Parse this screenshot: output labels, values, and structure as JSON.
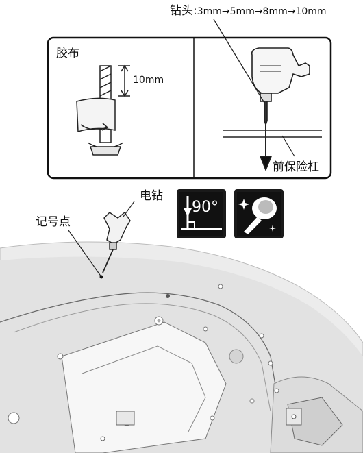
{
  "drill_bits": {
    "label": "钻头:",
    "sizes": "3mm→5mm→8mm→10mm"
  },
  "panel_left": {
    "tape_label": "胶布",
    "depth_label": "10mm"
  },
  "panel_right": {
    "bumper_label": "前保险杠"
  },
  "main": {
    "drill_label": "电钻",
    "mark_label": "记号点"
  },
  "badges": {
    "angle_text": "90°"
  }
}
